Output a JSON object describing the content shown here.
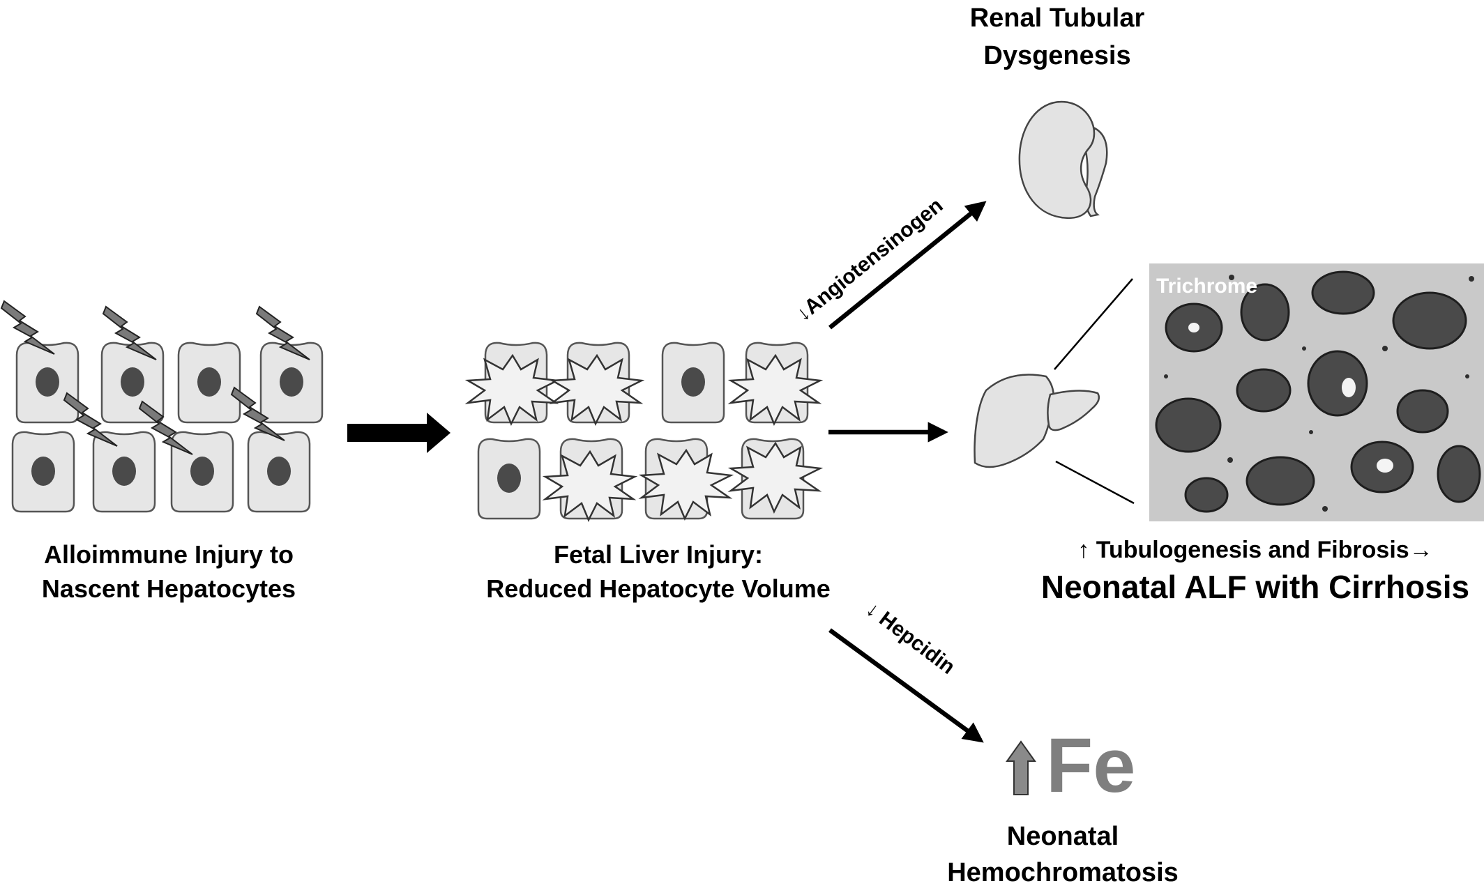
{
  "stage1": {
    "line1": "Alloimmune Injury to",
    "line2": "Nascent Hepatocytes"
  },
  "stage2": {
    "line1": "Fetal Liver Injury:",
    "line2": "Reduced Hepatocyte Volume"
  },
  "renal": {
    "title_line1": "Renal Tubular",
    "title_line2": "Dysgenesis",
    "pathway_label": "↓Angiotensinogen"
  },
  "liver": {
    "micro_label": "Trichrome",
    "caption_small": "↑ Tubulogenesis and Fibrosis→",
    "caption_large": "Neonatal ALF with Cirrhosis"
  },
  "iron": {
    "pathway_label": "↓ Hepcidin",
    "symbol": "Fe",
    "title_line1": "Neonatal",
    "title_line2": "Hemochromatosis"
  },
  "colors": {
    "cell_fill": "#e6e6e6",
    "nucleus": "#4a4a4a",
    "bolt": "#7a7a7a",
    "fe_gray": "#7f7f7f",
    "arrow": "#000000"
  },
  "icons": [
    "lightning-bolt-icon",
    "injured-cell-burst-icon",
    "kidney-icon",
    "liver-icon",
    "up-arrow-icon"
  ]
}
